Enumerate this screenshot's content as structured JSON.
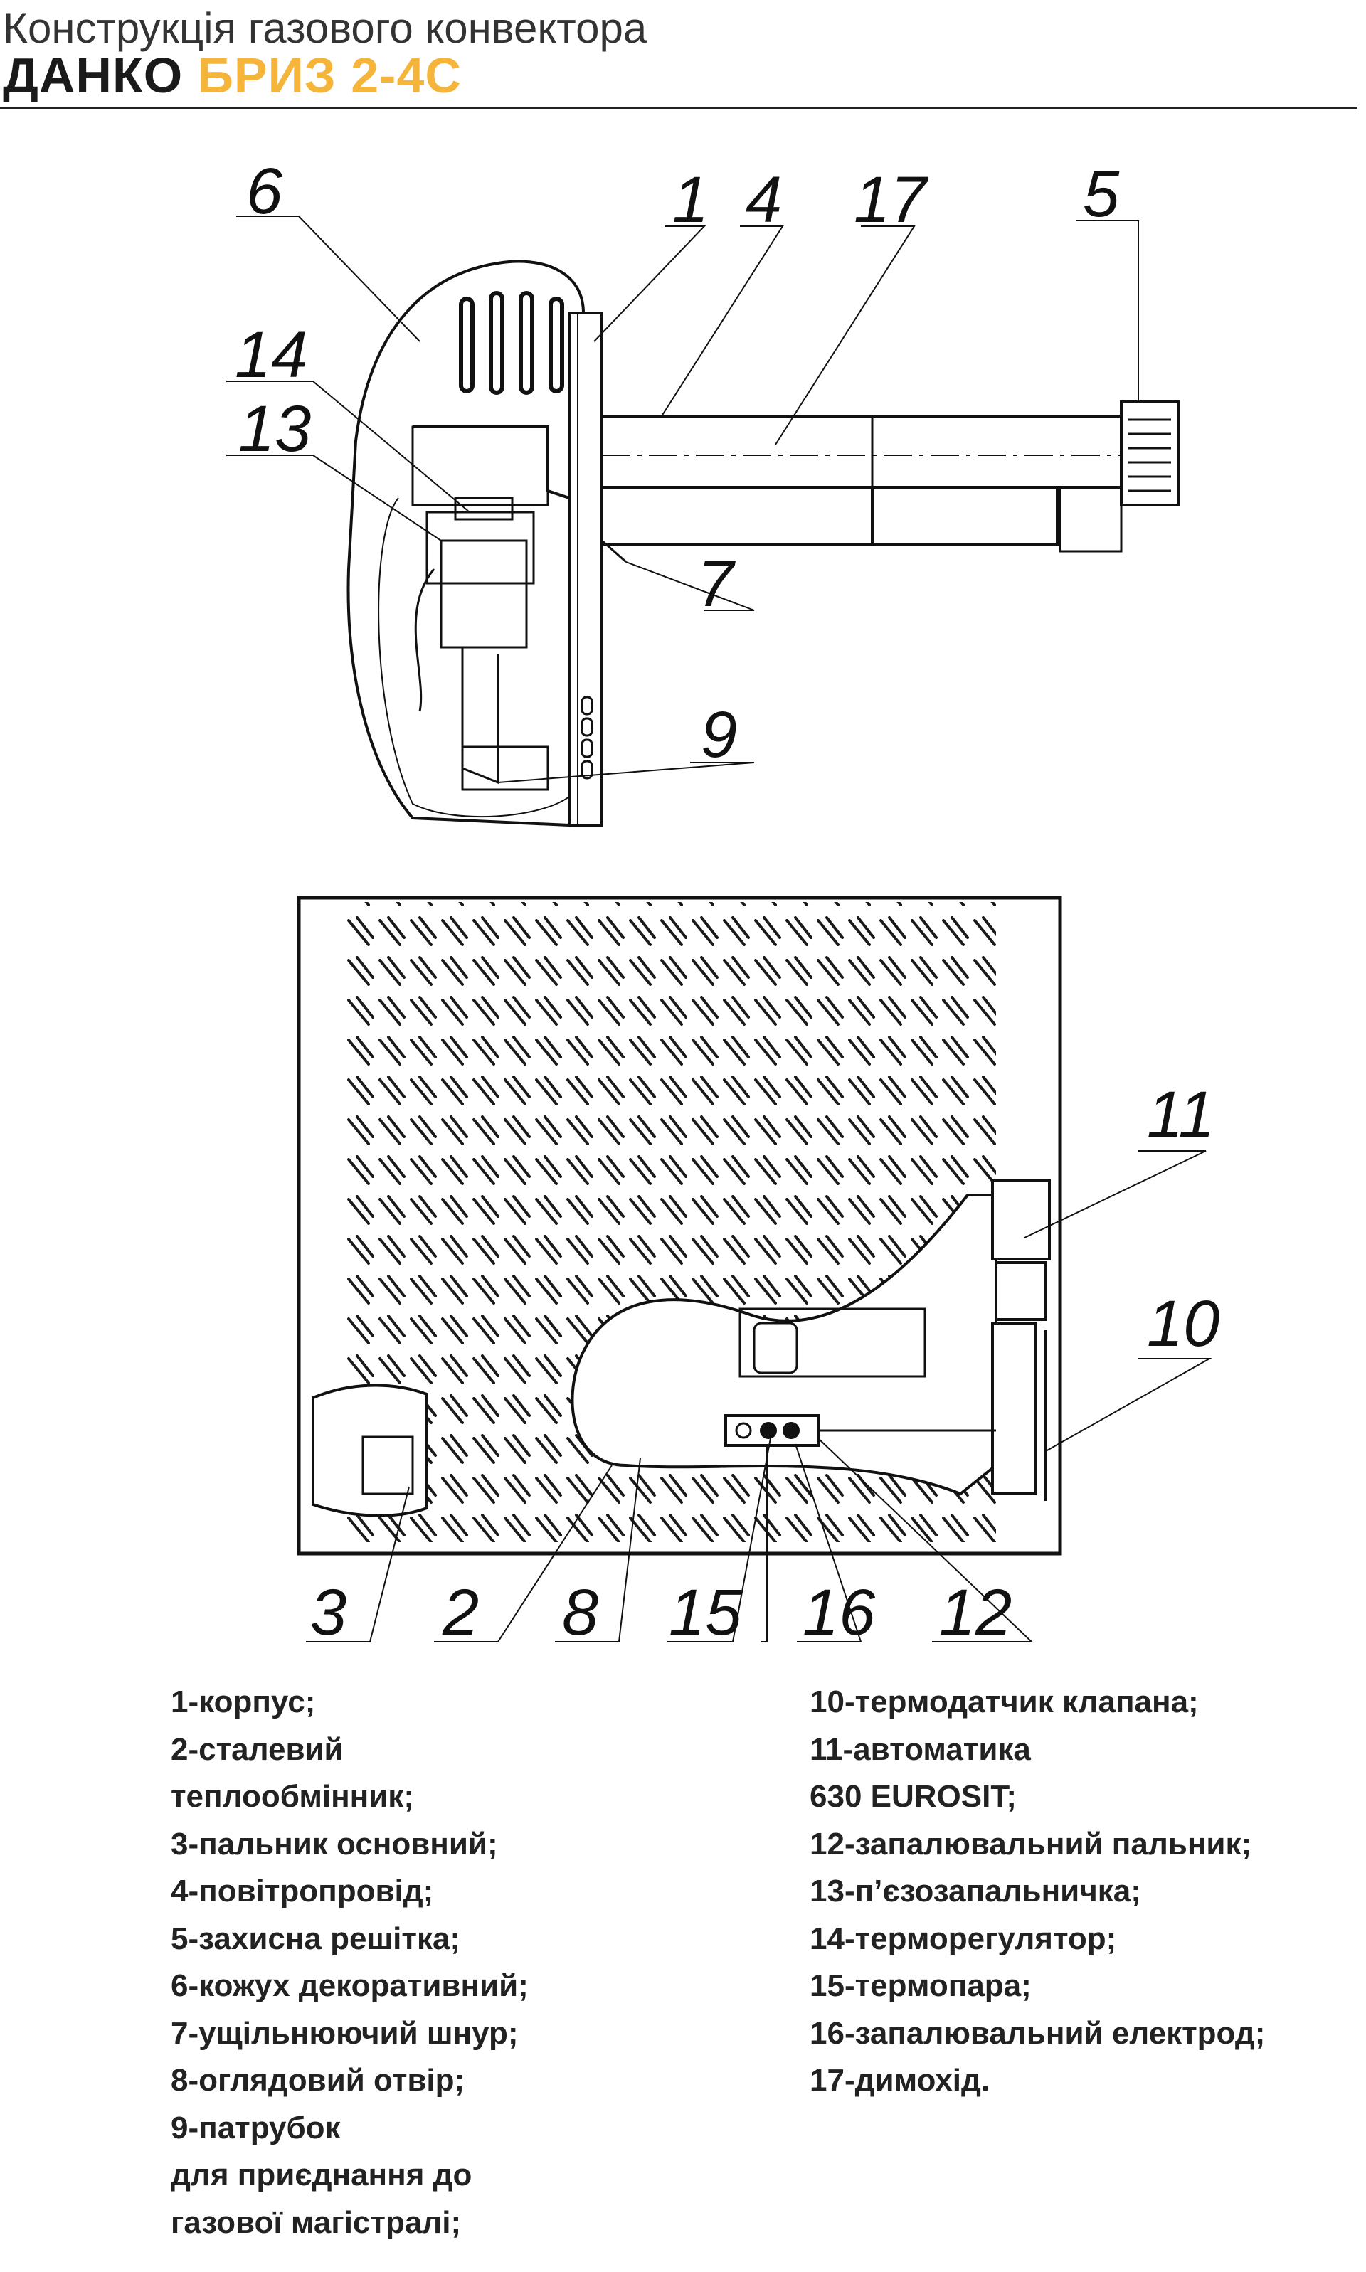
{
  "header": {
    "subtitle": "Конструкція газового конвектора",
    "brand": "ДАНКО",
    "model": "БРИЗ 2-4С"
  },
  "callouts": {
    "c1": "1",
    "c2": "2",
    "c3": "3",
    "c4": "4",
    "c5": "5",
    "c6": "6",
    "c7": "7",
    "c8": "8",
    "c9": "9",
    "c10": "10",
    "c11": "11",
    "c12": "12",
    "c13": "13",
    "c14": "14",
    "c15": "15",
    "c16": "16",
    "c17": "17"
  },
  "legend_left": [
    "1-корпус;",
    "2-сталевий",
    "теплообмінник;",
    "3-пальник основний;",
    "4-повітропровід;",
    "5-захисна решітка;",
    "6-кожух декоративний;",
    "7-ущільнюючий шнур;",
    "8-оглядовий отвір;",
    "9-патрубок",
    "для приєднання до",
    "газової магістралі;"
  ],
  "legend_right": [
    "10-термодатчик клапана;",
    "11-автоматика",
    "630 EUROSIT;",
    "12-запалювальний пальник;",
    "13-п’єзозапальничка;",
    "14-терморегулятор;",
    "15-термопара;",
    "16-запалювальний електрод;",
    "17-димохід."
  ],
  "colors": {
    "accent": "#f5b43a",
    "line": "#111111"
  }
}
